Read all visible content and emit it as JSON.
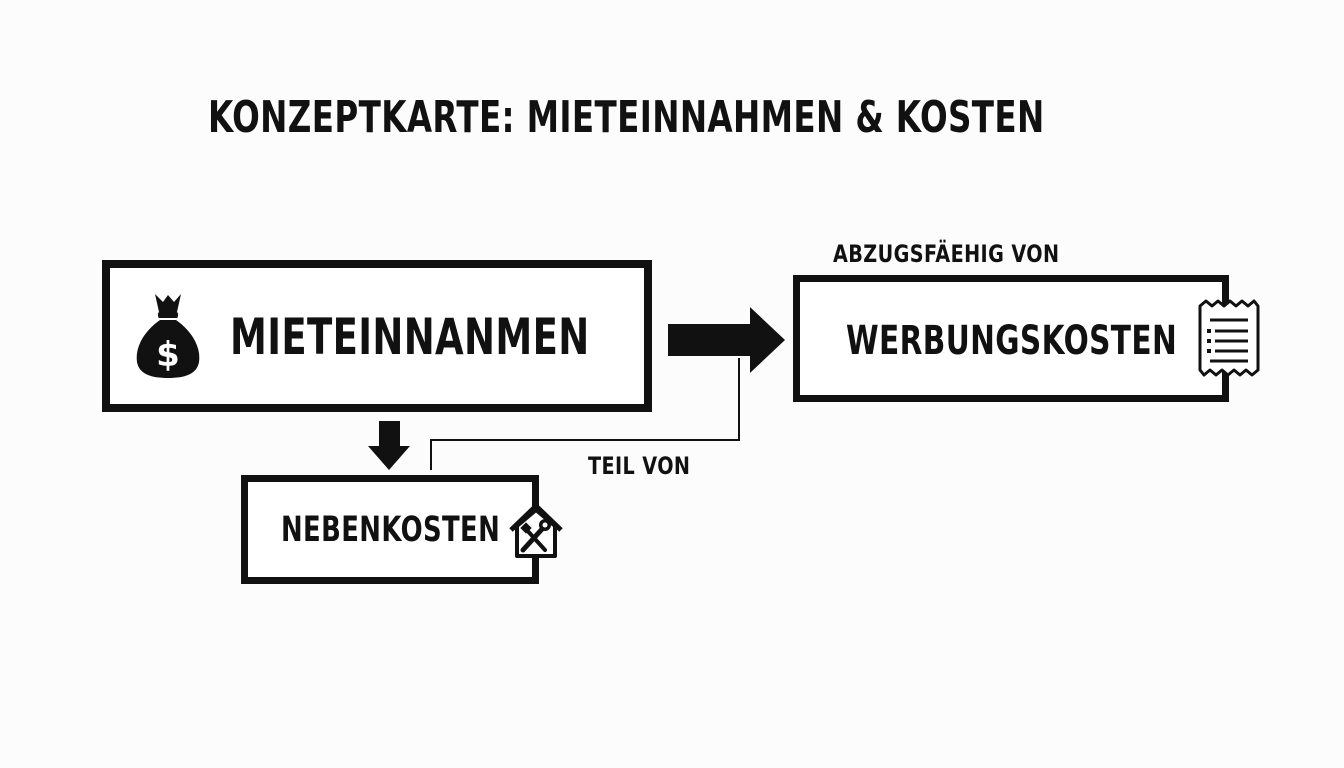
{
  "title": "KONZEPTKARTE: MIETEINNAHMEN & KOSTEN",
  "nodes": {
    "mieteinnahmen": {
      "label": "MIETEINNANMEN",
      "icon": "money-bag-icon"
    },
    "werbungskosten": {
      "label": "WERBUNGSKOSTEN",
      "icon": "receipt-icon"
    },
    "nebenkosten": {
      "label": "NEBENKOSTEN",
      "icon": "house-tools-icon"
    }
  },
  "edges": {
    "abzugsfaehig": {
      "label": "ABZUGSFÄEHIG VON"
    },
    "teil": {
      "label": "TEIL VON"
    }
  },
  "colors": {
    "ink": "#111111",
    "background": "#fcfcfc"
  }
}
